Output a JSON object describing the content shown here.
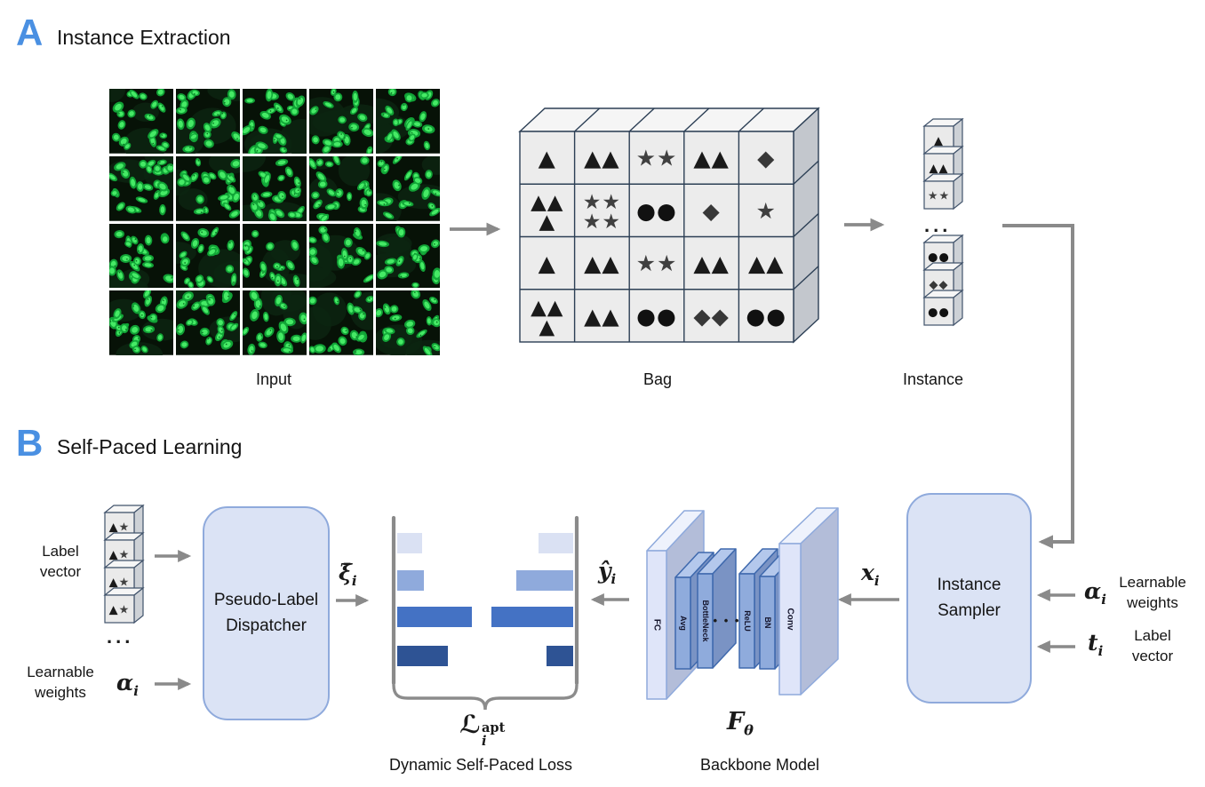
{
  "style": {
    "panel_letter_color": "#4a90e2",
    "arrow_color": "#8a8a8a",
    "box_fill": "#dbe3f5",
    "box_border": "#8faadc"
  },
  "panel_a": {
    "letter": "A",
    "title": "Instance Extraction",
    "input": {
      "caption": "Input",
      "rows": 4,
      "cols": 5
    },
    "bag": {
      "caption": "Bag",
      "grid": [
        [
          [
            "▲"
          ],
          [
            "▲▲"
          ],
          [
            "★★"
          ],
          [
            "▲▲"
          ],
          [
            "◆"
          ]
        ],
        [
          [
            "▲▲",
            "▲"
          ],
          [
            "★★",
            "★★"
          ],
          [
            "●●"
          ],
          [
            "◆"
          ],
          [
            "★"
          ]
        ],
        [
          [
            "▲"
          ],
          [
            "▲▲"
          ],
          [
            "★★"
          ],
          [
            "▲▲"
          ],
          [
            "▲▲"
          ]
        ],
        [
          [
            "▲▲",
            "▲"
          ],
          [
            "▲▲"
          ],
          [
            "●●"
          ],
          [
            "◆◆"
          ],
          [
            "●●"
          ]
        ]
      ]
    },
    "instance": {
      "caption": "Instance",
      "stack_top": [
        "▲",
        "▲▲",
        "★★"
      ],
      "dots": "...",
      "stack_bottom": [
        "●●",
        "◆◆",
        "●●"
      ]
    }
  },
  "panel_b": {
    "letter": "B",
    "title": "Self-Paced Learning",
    "label_vector_stack": {
      "line1": "Label",
      "line2": "vector",
      "cells": [
        "▲★",
        "▲★",
        "▲★",
        "▲★"
      ],
      "dots": "..."
    },
    "learnable_weights_left": {
      "line1": "Learnable",
      "line2": "weights",
      "symbol_base": "α",
      "symbol_sub": "i"
    },
    "dispatcher": {
      "line1": "Pseudo-Label",
      "line2": "Dispatcher"
    },
    "xi_bar": {
      "base": "ξ̄",
      "sub": "i"
    },
    "loss_chart": {
      "left_bars": [
        28,
        30,
        84,
        57
      ],
      "right_bars": [
        39,
        64,
        92,
        30
      ],
      "row_tops": [
        17,
        59,
        100,
        144
      ],
      "bar_colors": [
        "#dae1f3",
        "#8faadc",
        "#4472c4",
        "#2e5394"
      ],
      "loss_symbol": {
        "base": "ℒ",
        "sub": "i",
        "sup": "apt"
      },
      "caption": "Dynamic Self-Paced Loss"
    },
    "y_hat": {
      "base": "ŷ",
      "sub": "i"
    },
    "backbone": {
      "tall_left": "FC",
      "inner_left": [
        "Avg",
        "BottleNeck"
      ],
      "dots": "• • •",
      "inner_right": [
        "ReLU",
        "BN"
      ],
      "tall_right": "Conv",
      "symbol": {
        "base": "F",
        "sub": "θ"
      },
      "caption": "Backbone Model"
    },
    "x_input": {
      "base": "x",
      "sub": "i"
    },
    "sampler": {
      "line1": "Instance",
      "line2": "Sampler"
    },
    "alpha_in": {
      "symbol_base": "α",
      "symbol_sub": "i",
      "line1": "Learnable",
      "line2": "weights"
    },
    "t_in": {
      "symbol_base": "t",
      "symbol_sub": "i",
      "line1": "Label",
      "line2": "vector"
    }
  }
}
